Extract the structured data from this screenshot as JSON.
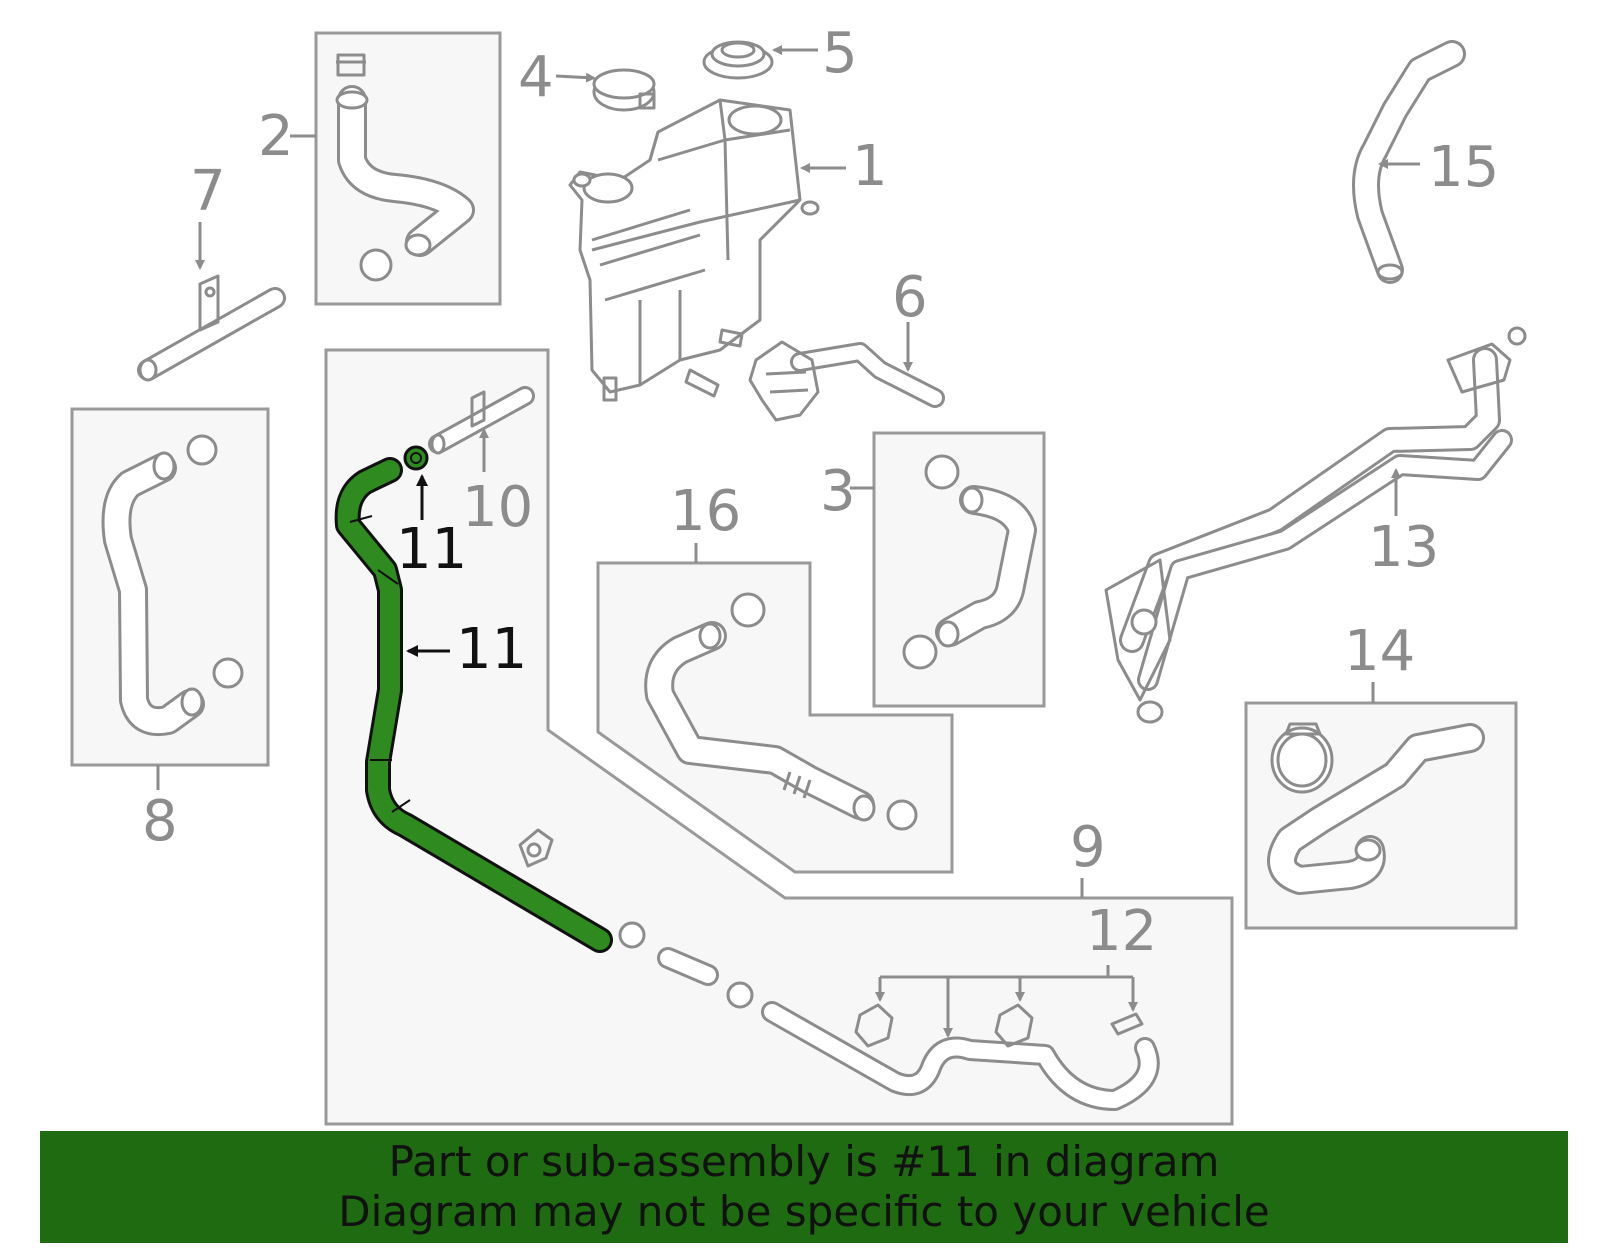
{
  "callouts": {
    "c1": "1",
    "c2": "2",
    "c3": "3",
    "c4": "4",
    "c5": "5",
    "c6": "6",
    "c7": "7",
    "c8": "8",
    "c9": "9",
    "c10": "10",
    "c11a": "11",
    "c11b": "11",
    "c12": "12",
    "c13": "13",
    "c14": "14",
    "c15": "15",
    "c16": "16"
  },
  "highlight": {
    "part_number": "11",
    "color": "#2f8a1f",
    "outline_color": "#111111"
  },
  "colors": {
    "banner": "#1e6b12",
    "line": "#8c8c8c",
    "box_fill": "#f7f7f7",
    "box_stroke": "#999999"
  },
  "banner": {
    "line1": "Part or sub-assembly is #11 in diagram",
    "line2": "Diagram may not be specific to your vehicle"
  }
}
